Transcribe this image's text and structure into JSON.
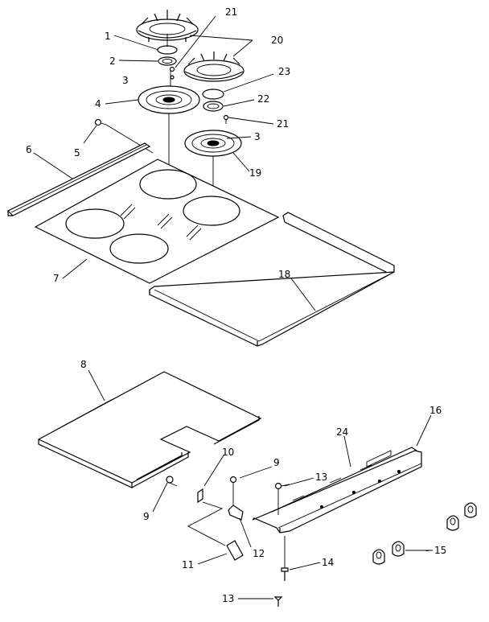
{
  "diagram": {
    "callouts": {
      "c1": "1",
      "c2": "2",
      "c3a": "3",
      "c3b": "3",
      "c4": "4",
      "c5": "5",
      "c6": "6",
      "c7": "7",
      "c8": "8",
      "c9a": "9",
      "c9b": "9",
      "c10": "10",
      "c11": "11",
      "c12": "12",
      "c13a": "13",
      "c13b": "13",
      "c14": "14",
      "c15": "15",
      "c16": "16",
      "c18": "18",
      "c19": "19",
      "c20": "20",
      "c21a": "21",
      "c21b": "21",
      "c22": "22",
      "c23": "23",
      "c24": "24"
    }
  }
}
